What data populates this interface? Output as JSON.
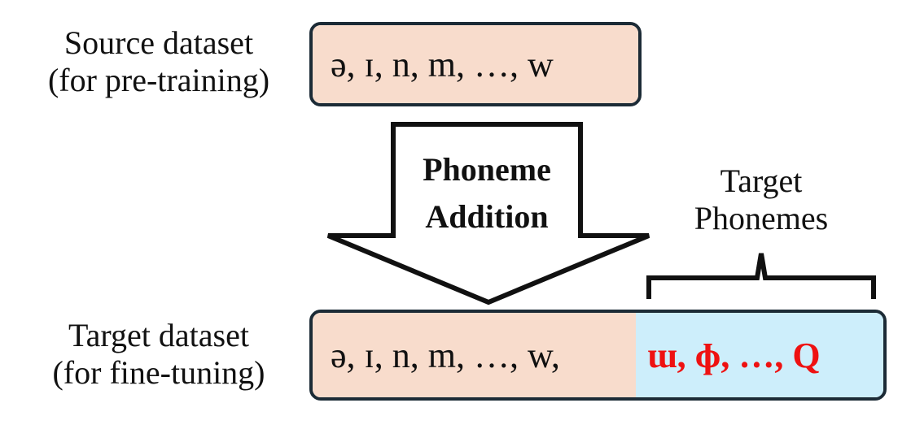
{
  "source": {
    "label_line1": "Source dataset",
    "label_line2": "(for pre-training)",
    "phonemes": "ə, ɪ, n, m, …, w"
  },
  "arrow": {
    "label_line1": "Phoneme",
    "label_line2": "Addition"
  },
  "target_phonemes": {
    "label_line1": "Target",
    "label_line2": "Phonemes"
  },
  "target": {
    "label_line1": "Target dataset",
    "label_line2": "(for fine-tuning)",
    "phonemes_shared": "ə, ɪ, n, m, …, w,",
    "phonemes_new": "ɯ, ɸ, …, Q"
  },
  "colors": {
    "source_fill": "#f8dccc",
    "new_fill": "#cdeefb",
    "border": "#1c2b36",
    "highlight_text": "#ee1111"
  }
}
